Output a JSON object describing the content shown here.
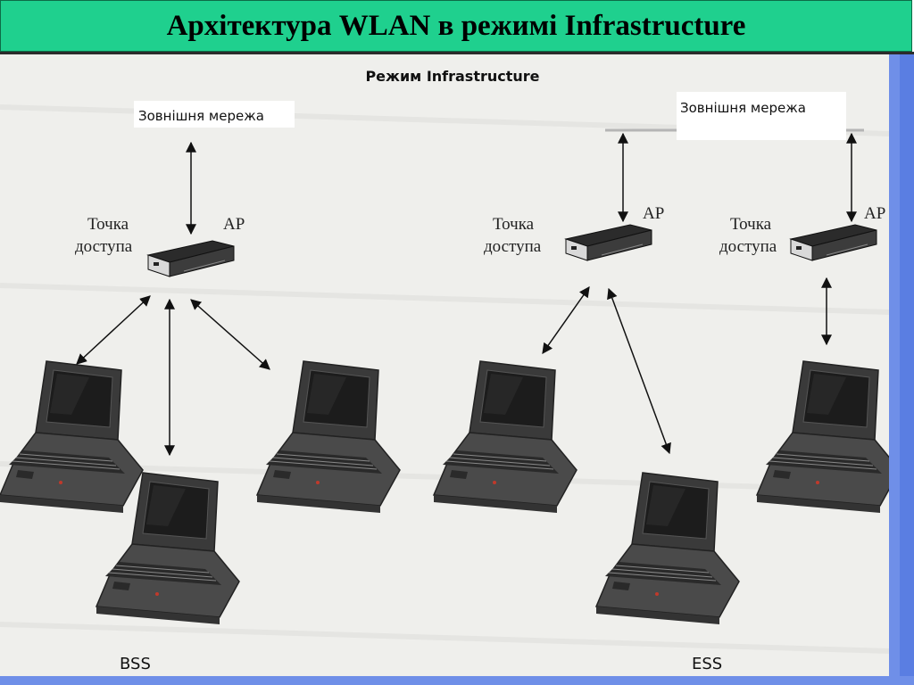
{
  "header": {
    "title": "Архітектура WLAN в режимі Infrastructure"
  },
  "diagram": {
    "heading": "Режим Infrastructure",
    "bss": {
      "external_network": "Зовнішня мережа",
      "access_point_line1": "Точка",
      "access_point_line2": "доступа",
      "ap": "AP",
      "label": "BSS"
    },
    "ess": {
      "external_network": "Зовнішня мережа",
      "access_point_1_line1": "Точка",
      "access_point_1_line2": "доступа",
      "ap_1": "AP",
      "access_point_2_line1": "Точка",
      "access_point_2_line2": "доступа",
      "ap_2": "AP",
      "label": "ESS"
    }
  },
  "colors": {
    "title_bar": "#1fd08e",
    "side_strip": "#6f8fe8",
    "diagram_background": "#efefec"
  }
}
